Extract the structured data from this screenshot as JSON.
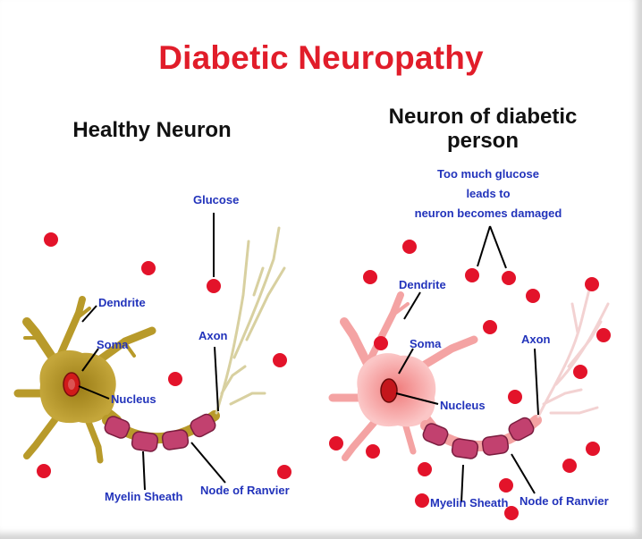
{
  "title": "Diabetic Neuropathy",
  "left_panel": {
    "title": "Healthy Neuron",
    "labels": {
      "glucose": "Glucose",
      "dendrite": "Dendrite",
      "soma": "Soma",
      "nucleus": "Nucleus",
      "axon": "Axon",
      "myelin": "Myelin Sheath",
      "ranvier": "Node of Ranvier"
    }
  },
  "right_panel": {
    "title_line1": "Neuron of diabetic",
    "title_line2": "person",
    "note_line1": "Too much glucose",
    "note_line2": "leads to",
    "note_line3": "neuron becomes damaged",
    "labels": {
      "dendrite": "Dendrite",
      "soma": "Soma",
      "nucleus": "Nucleus",
      "axon": "Axon",
      "myelin": "Myelin Sheath",
      "ranvier": "Node of Ranvier"
    }
  },
  "colors": {
    "title": "#e11d2a",
    "label": "#2233bb",
    "glucose": "#e3132a",
    "healthy_body": "#b89a2a",
    "damaged_body": "#f4a3a3",
    "myelin": "#c2416f",
    "dendrite_branch": "#ded7a6"
  }
}
